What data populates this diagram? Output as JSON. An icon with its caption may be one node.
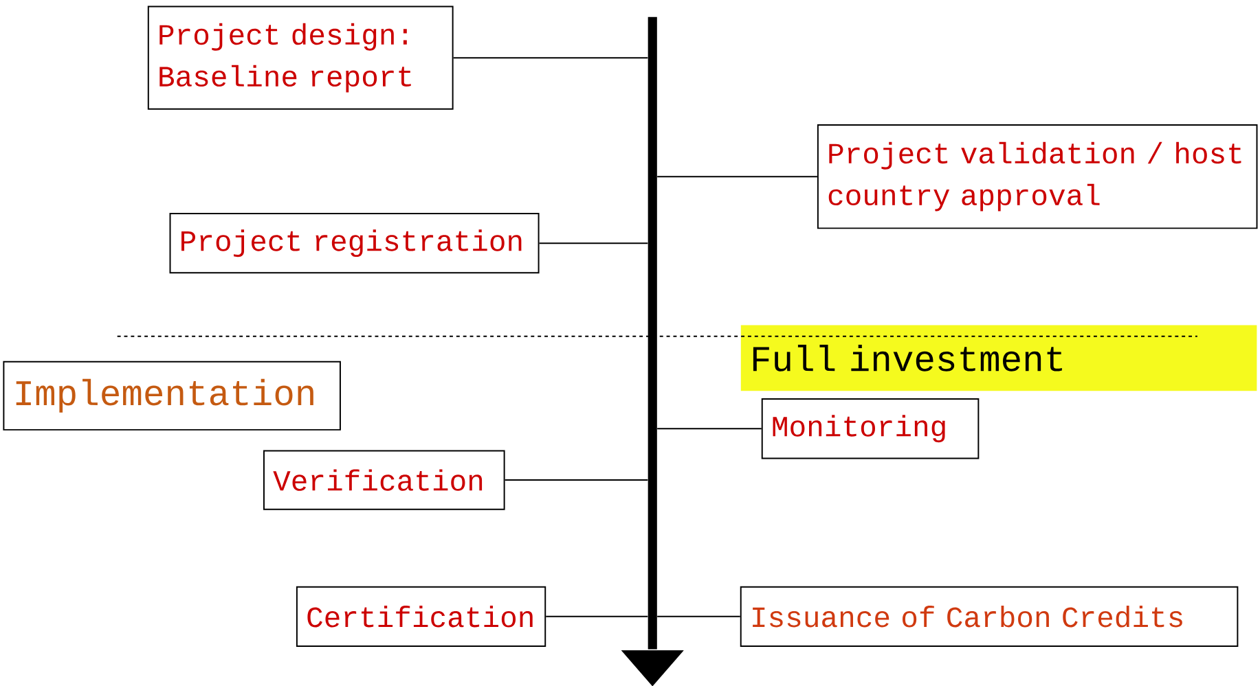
{
  "diagram": {
    "nodes": [
      {
        "text": [
          "Project design: Baseline report"
        ]
      },
      {
        "text": [
          "Project validation / host country approval"
        ]
      },
      {
        "text": [
          "Project registration"
        ]
      },
      {
        "text": [
          "Full investment"
        ]
      },
      {
        "text": [
          "Implementation"
        ]
      },
      {
        "text": [
          "Monitoring"
        ]
      },
      {
        "text": [
          "Verification"
        ]
      },
      {
        "text": [
          "Certification"
        ]
      },
      {
        "text": [
          "Issuance of Carbon Credits"
        ]
      },
      {
        "text": [],
        "shape": "arrow"
      }
    ],
    "edges": [
      {
        "from": 0,
        "to": 9,
        "arrow": "none"
      },
      {
        "from": 1,
        "to": 9,
        "arrow": "none"
      },
      {
        "from": 2,
        "to": 9,
        "arrow": "none"
      },
      {
        "from": 5,
        "to": 9,
        "arrow": "none"
      },
      {
        "from": 6,
        "to": 9,
        "arrow": "none"
      },
      {
        "from": 7,
        "to": 9,
        "arrow": "none"
      },
      {
        "from": 8,
        "to": 9,
        "arrow": "none"
      }
    ]
  }
}
